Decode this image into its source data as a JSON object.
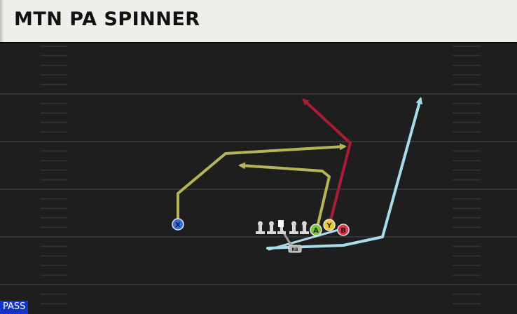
{
  "play": {
    "title": "MTN PA SPINNER",
    "type_badge": "PASS"
  },
  "players": {
    "x": {
      "label": "X",
      "color": "#3b6fd6"
    },
    "a": {
      "label": "A",
      "color": "#7fc241"
    },
    "y": {
      "label": "Y",
      "color": "#e9cb2f"
    },
    "b": {
      "label": "B",
      "color": "#d43a4b"
    },
    "rb": {
      "label": "RB",
      "color": "#b7b7b7"
    }
  },
  "routes": {
    "x_color": "#b6b457",
    "a_color": "#b6b457",
    "b_color": "#a81d35",
    "rb_color": "#a9dceb"
  },
  "field": {
    "background": "#1e1e1e",
    "line_color": "#3a3a3a"
  }
}
